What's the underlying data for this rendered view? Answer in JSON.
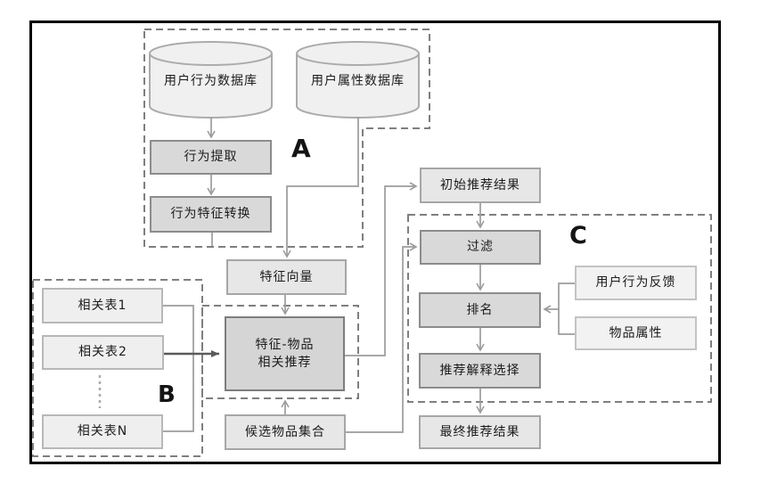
{
  "sections": {
    "a": "A",
    "b": "B",
    "c": "C"
  },
  "nodes": {
    "user_behavior_db": {
      "label": "用户行为数据库",
      "shape": "cylinder"
    },
    "user_attr_db": {
      "label": "用户属性数据库",
      "shape": "cylinder"
    },
    "behavior_extract": {
      "label": "行为提取"
    },
    "behavior_feature_convert": {
      "label": "行为特征转换"
    },
    "feature_vector": {
      "label": "特征向量"
    },
    "feature_item_rec": {
      "label": "特征-物品\n相关推荐"
    },
    "candidate_item_set": {
      "label": "候选物品集合"
    },
    "initial_rec_result": {
      "label": "初始推荐结果"
    },
    "filter": {
      "label": "过滤"
    },
    "ranking": {
      "label": "排名"
    },
    "rec_explain_select": {
      "label": "推荐解释选择"
    },
    "final_rec_result": {
      "label": "最终推荐结果"
    },
    "user_behavior_feedback": {
      "label": "用户行为反馈"
    },
    "item_attributes": {
      "label": "物品属性"
    },
    "related_table_1": {
      "label": "相关表1"
    },
    "related_table_2": {
      "label": "相关表2"
    },
    "related_table_n": {
      "label": "相关表N"
    }
  },
  "colors": {
    "background": "#ffffff",
    "frame_border": "#000000",
    "process_box_fill": "#d9d9d9",
    "process_box_border": "#8c8c8c",
    "io_box_fill": "#e7e7e7",
    "io_box_border": "#a6a6a6",
    "source_box_fill": "#f2f2f2",
    "source_box_border": "#c3c3c3",
    "cylinder_fill": "#f0f0f0",
    "cylinder_border": "#ababab",
    "dashed_outline": "#7f7f7f",
    "connector": "#9c9c9c",
    "emphasis_arrow": "#5a5a5a",
    "text": "#1c1c1c"
  }
}
